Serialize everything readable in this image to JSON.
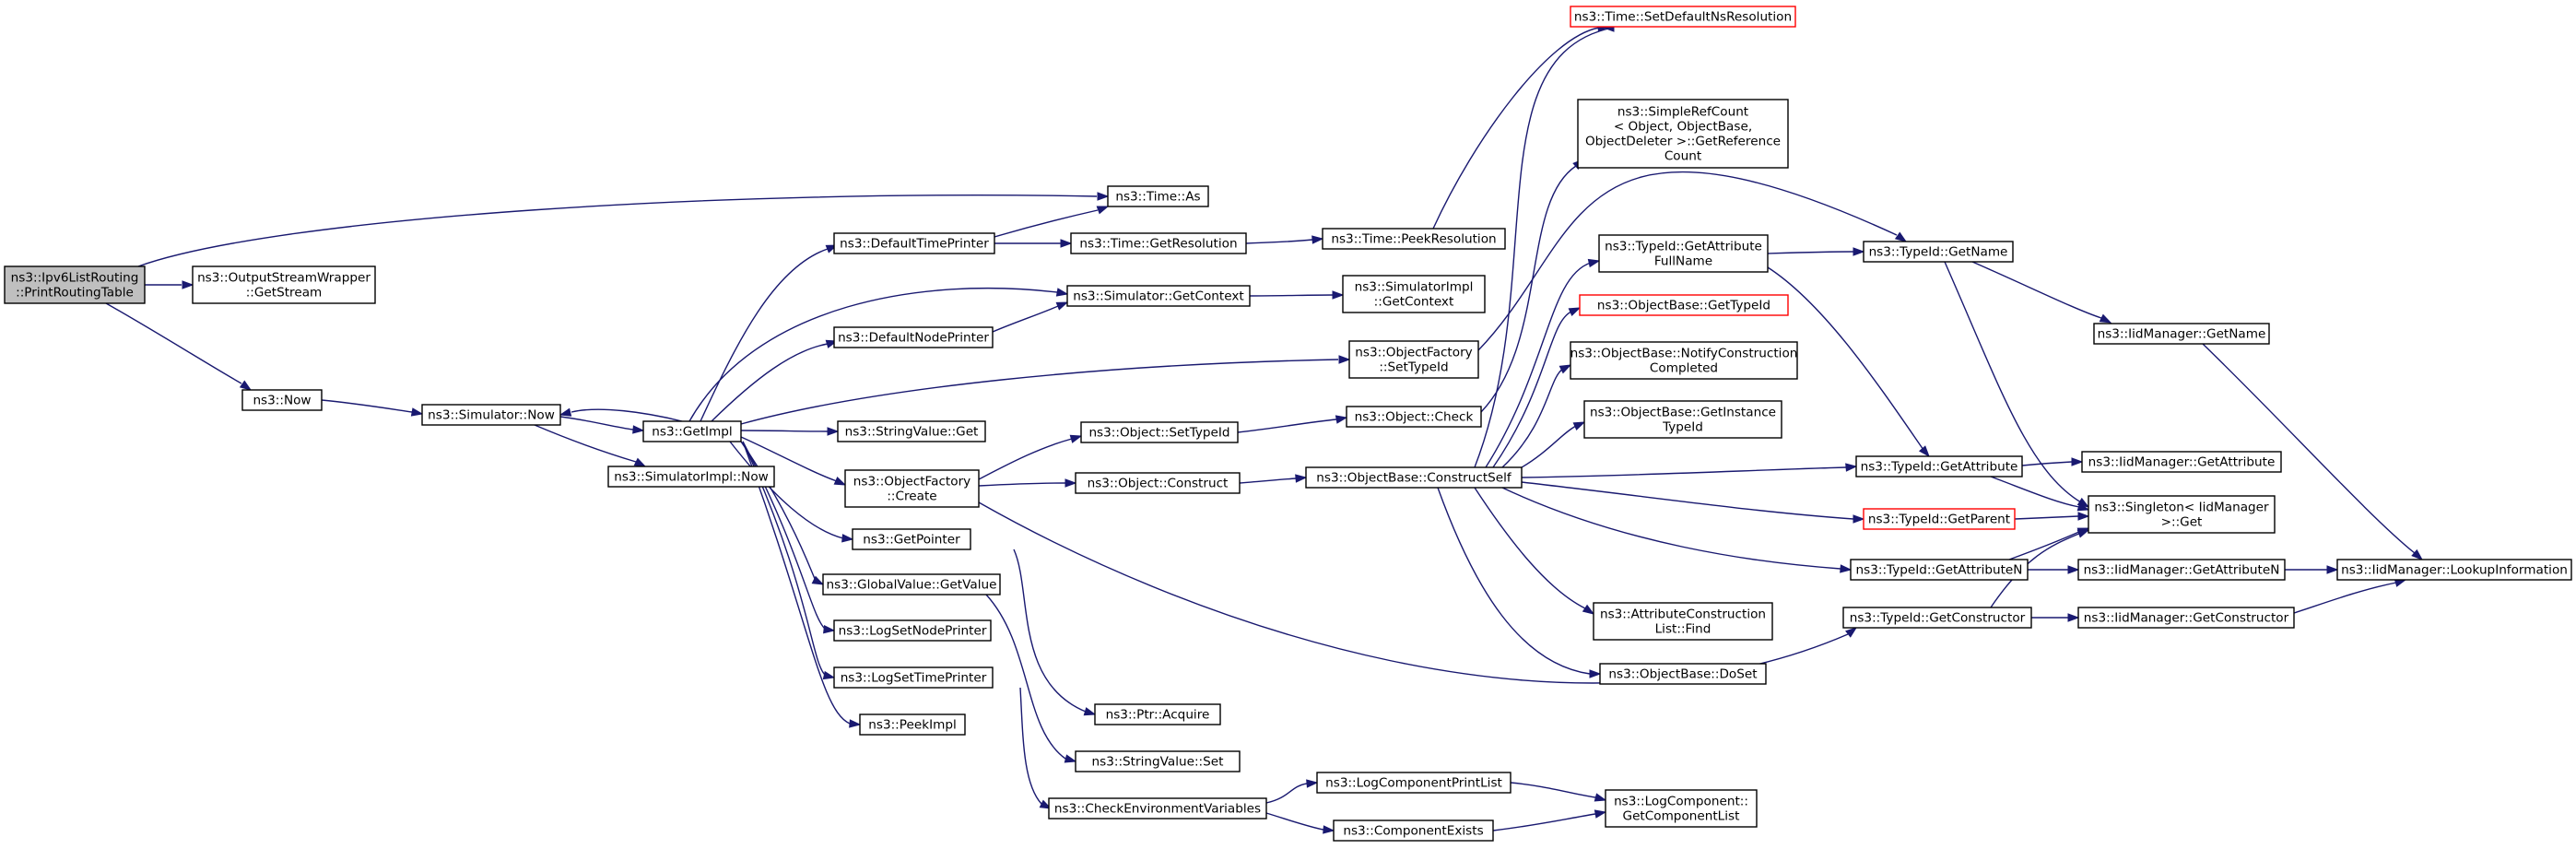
{
  "graph": {
    "nodes": [
      {
        "id": "root",
        "lines": [
          "ns3::Ipv6ListRouting",
          "::PrintRoutingTable"
        ],
        "style": "root"
      },
      {
        "id": "osw",
        "lines": [
          "ns3::OutputStreamWrapper",
          "::GetStream"
        ]
      },
      {
        "id": "now",
        "lines": [
          "ns3::Now"
        ]
      },
      {
        "id": "simnow",
        "lines": [
          "ns3::Simulator::Now"
        ]
      },
      {
        "id": "getimpl",
        "lines": [
          "ns3::GetImpl"
        ]
      },
      {
        "id": "simimplnow",
        "lines": [
          "ns3::SimulatorImpl::Now"
        ]
      },
      {
        "id": "dtp",
        "lines": [
          "ns3::DefaultTimePrinter"
        ]
      },
      {
        "id": "dnp",
        "lines": [
          "ns3::DefaultNodePrinter"
        ]
      },
      {
        "id": "strget",
        "lines": [
          "ns3::StringValue::Get"
        ]
      },
      {
        "id": "ofcreate",
        "lines": [
          "ns3::ObjectFactory",
          "::Create"
        ]
      },
      {
        "id": "getpointer",
        "lines": [
          "ns3::GetPointer"
        ]
      },
      {
        "id": "gvget",
        "lines": [
          "ns3::GlobalValue::GetValue"
        ]
      },
      {
        "id": "lsnp",
        "lines": [
          "ns3::LogSetNodePrinter"
        ]
      },
      {
        "id": "lstp",
        "lines": [
          "ns3::LogSetTimePrinter"
        ]
      },
      {
        "id": "peekimpl",
        "lines": [
          "ns3::PeekImpl"
        ]
      },
      {
        "id": "timeas",
        "lines": [
          "ns3::Time::As"
        ]
      },
      {
        "id": "timegetres",
        "lines": [
          "ns3::Time::GetResolution"
        ]
      },
      {
        "id": "simgetctx",
        "lines": [
          "ns3::Simulator::GetContext"
        ]
      },
      {
        "id": "objsettid",
        "lines": [
          "ns3::Object::SetTypeId"
        ]
      },
      {
        "id": "objconstruct",
        "lines": [
          "ns3::Object::Construct"
        ]
      },
      {
        "id": "ptracq",
        "lines": [
          "ns3::Ptr::Acquire"
        ]
      },
      {
        "id": "strset",
        "lines": [
          "ns3::StringValue::Set"
        ]
      },
      {
        "id": "cev",
        "lines": [
          "ns3::CheckEnvironmentVariables"
        ]
      },
      {
        "id": "timepeek",
        "lines": [
          "ns3::Time::PeekResolution"
        ]
      },
      {
        "id": "simimplctx",
        "lines": [
          "ns3::SimulatorImpl",
          "::GetContext"
        ]
      },
      {
        "id": "ofsettid",
        "lines": [
          "ns3::ObjectFactory",
          "::SetTypeId"
        ]
      },
      {
        "id": "objcheck",
        "lines": [
          "ns3::Object::Check"
        ]
      },
      {
        "id": "obcs",
        "lines": [
          "ns3::ObjectBase::ConstructSelf"
        ]
      },
      {
        "id": "lcpl",
        "lines": [
          "ns3::LogComponentPrintList"
        ]
      },
      {
        "id": "compexists",
        "lines": [
          "ns3::ComponentExists"
        ]
      },
      {
        "id": "timesetdef",
        "lines": [
          "ns3::Time::SetDefaultNsResolution"
        ],
        "style": "red"
      },
      {
        "id": "srcount",
        "lines": [
          "ns3::SimpleRefCount",
          "< Object, ObjectBase,",
          "ObjectDeleter >::GetReference",
          "Count"
        ]
      },
      {
        "id": "tidgafn",
        "lines": [
          "ns3::TypeId::GetAttribute",
          "FullName"
        ]
      },
      {
        "id": "obgettid",
        "lines": [
          "ns3::ObjectBase::GetTypeId"
        ],
        "style": "red"
      },
      {
        "id": "obnotify",
        "lines": [
          "ns3::ObjectBase::NotifyConstruction",
          "Completed"
        ]
      },
      {
        "id": "obinst",
        "lines": [
          "ns3::ObjectBase::GetInstance",
          "TypeId"
        ]
      },
      {
        "id": "acfind",
        "lines": [
          "ns3::AttributeConstruction",
          "List::Find"
        ]
      },
      {
        "id": "obdoset",
        "lines": [
          "ns3::ObjectBase::DoSet"
        ]
      },
      {
        "id": "lcgcl",
        "lines": [
          "ns3::LogComponent::",
          "GetComponentList"
        ]
      },
      {
        "id": "tidgetname",
        "lines": [
          "ns3::TypeId::GetName"
        ]
      },
      {
        "id": "tidgetattr",
        "lines": [
          "ns3::TypeId::GetAttribute"
        ]
      },
      {
        "id": "tidgetparent",
        "lines": [
          "ns3::TypeId::GetParent"
        ],
        "style": "red"
      },
      {
        "id": "tidgetattrn",
        "lines": [
          "ns3::TypeId::GetAttributeN"
        ]
      },
      {
        "id": "tidgetctor",
        "lines": [
          "ns3::TypeId::GetConstructor"
        ]
      },
      {
        "id": "iidgetname",
        "lines": [
          "ns3::IidManager::GetName"
        ]
      },
      {
        "id": "iidgetattr",
        "lines": [
          "ns3::IidManager::GetAttribute"
        ]
      },
      {
        "id": "singleton",
        "lines": [
          "ns3::Singleton< IidManager",
          ">::Get"
        ]
      },
      {
        "id": "iidgetattrn",
        "lines": [
          "ns3::IidManager::GetAttributeN"
        ]
      },
      {
        "id": "iidgetctor",
        "lines": [
          "ns3::IidManager::GetConstructor"
        ]
      },
      {
        "id": "iidlookup",
        "lines": [
          "ns3::IidManager::LookupInformation"
        ]
      }
    ]
  }
}
